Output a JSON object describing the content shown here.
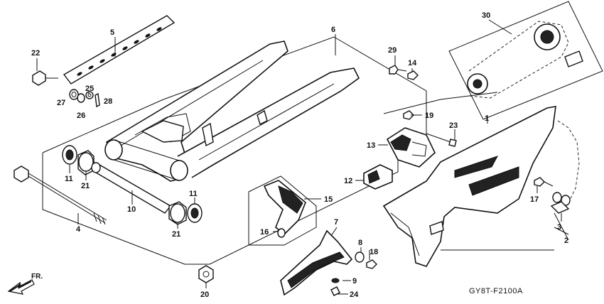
{
  "diagram": {
    "code": "GY8T-F2100A",
    "direction_label": "FR.",
    "callouts": [
      "1",
      "2",
      "3",
      "4",
      "5",
      "6",
      "7",
      "8",
      "9",
      "10",
      "11",
      "11",
      "12",
      "13",
      "14",
      "15",
      "16",
      "17",
      "18",
      "19",
      "20",
      "21",
      "21",
      "22",
      "23",
      "24",
      "25",
      "26",
      "27",
      "28",
      "29",
      "30"
    ]
  }
}
